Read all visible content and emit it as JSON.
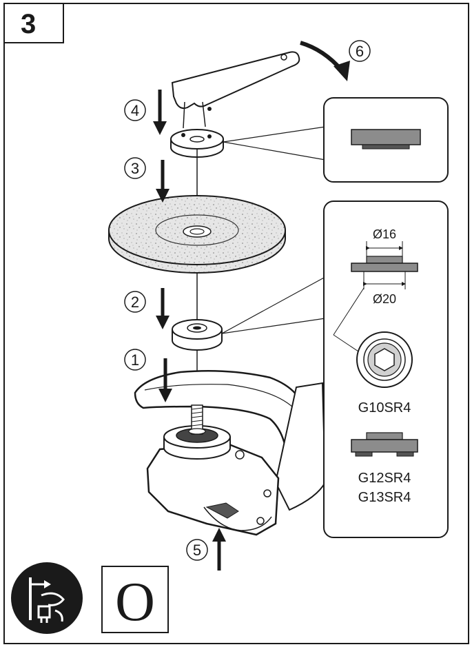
{
  "panel": {
    "number": "3"
  },
  "steps": [
    {
      "label": "1"
    },
    {
      "label": "2"
    },
    {
      "label": "3"
    },
    {
      "label": "4"
    },
    {
      "label": "5"
    },
    {
      "label": "6"
    }
  ],
  "spec_box": {
    "dim_inner": "Ø16",
    "dim_outer": "Ø20",
    "model_a": "G10SR4",
    "model_b1": "G12SR4",
    "model_b2": "G13SR4"
  },
  "symbols": {
    "power_plug_icon": "unplug-before-service-icon",
    "off_label": "O"
  },
  "colors": {
    "line": "#1a1a1a",
    "paper": "#ffffff",
    "gray": "#8c8c8c",
    "dark_gray": "#555555",
    "disc": "#dcdcdc"
  }
}
